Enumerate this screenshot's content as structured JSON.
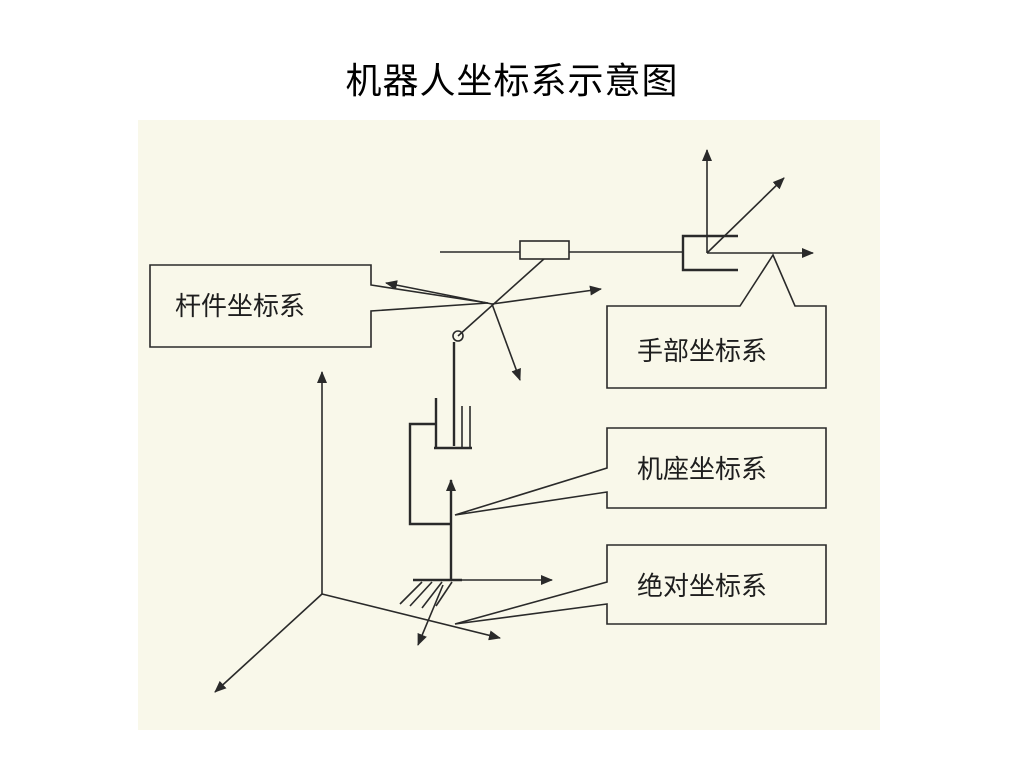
{
  "title": "机器人坐标系示意图",
  "labels": {
    "link_frame": "杆件坐标系",
    "hand_frame": "手部坐标系",
    "base_frame": "机座坐标系",
    "world_frame": "绝对坐标系"
  },
  "colors": {
    "figure_background": "#f9f8ea",
    "line": "#2a2a2a",
    "text": "#1e1e1e"
  }
}
